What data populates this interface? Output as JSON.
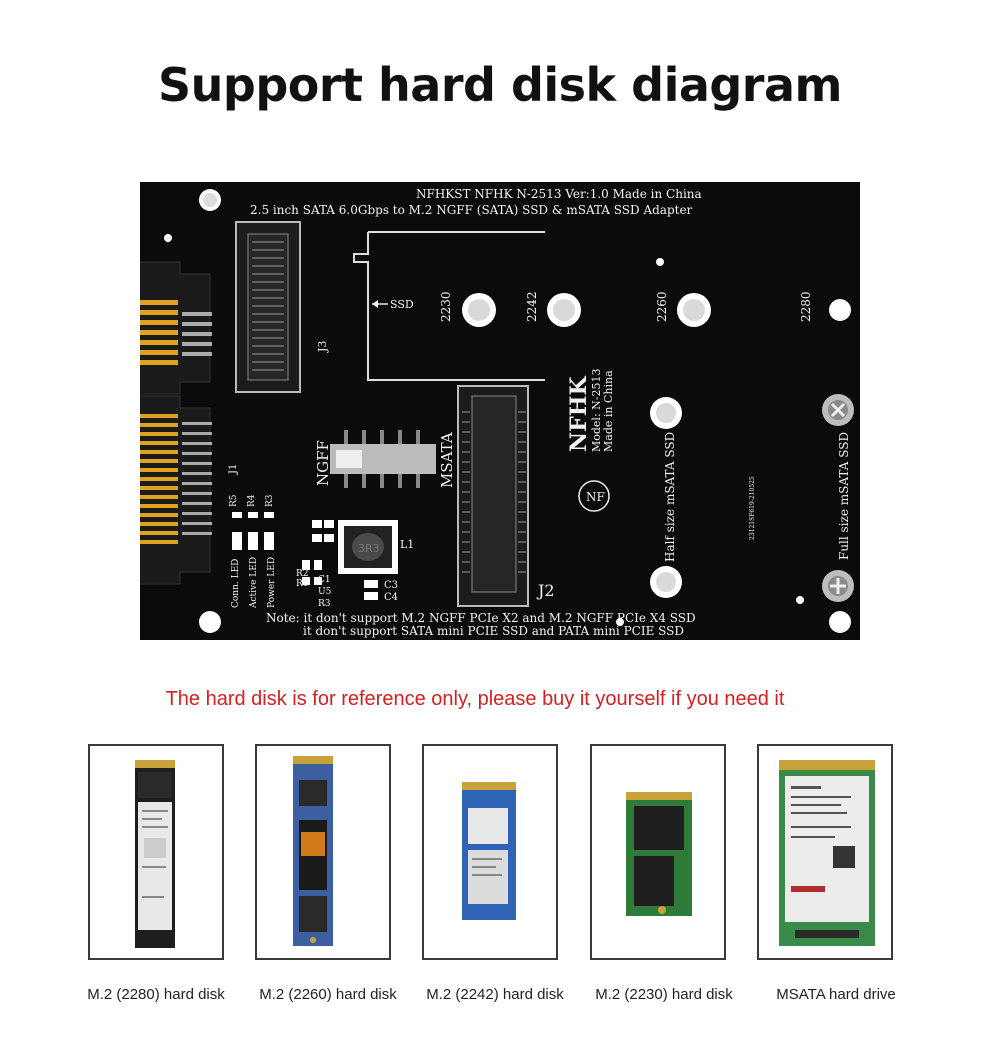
{
  "header": {
    "title": "Support hard disk diagram"
  },
  "board": {
    "line1": "NFHKST NFHK N-2513 Ver:1.0 Made in China",
    "line2": "2.5 inch SATA 6.0Gbps to M.2 NGFF (SATA) SSD & mSATA SSD Adapter",
    "ssd_label": "SSD",
    "sizes": [
      "2230",
      "2242",
      "2260",
      "2280"
    ],
    "j3": "J3",
    "j1": "J1",
    "j2": "J2",
    "l1": "L1",
    "switch_left": "NGFF",
    "switch_right": "MSATA",
    "logo": "NFHK",
    "model": "Model: N-2513",
    "made": "Made in China",
    "nf": "NF",
    "serial": "23121SF619-210525",
    "half": "Half size mSATA SSD",
    "full": "Full size mSATA SSD",
    "led_labels": [
      "Conn. LED",
      "Active LED",
      "Power LED"
    ],
    "resistors": [
      "R5",
      "R4",
      "R3"
    ],
    "passives": [
      "R2",
      "R1",
      "C1",
      "U5",
      "R3"
    ],
    "caps": [
      "C3",
      "C4"
    ],
    "inductor": "3R3",
    "note1": "Note: it don't support M.2 NGFF PCIe X2 and M.2 NGFF PCIe X4 SSD",
    "note2": "it don't support SATA mini PCIE SSD and PATA mini PCIE SSD"
  },
  "notice": "The hard disk is for reference only, please buy it yourself if you need it",
  "disks": [
    {
      "label": "M.2 (2280) hard disk"
    },
    {
      "label": "M.2 (2260) hard disk"
    },
    {
      "label": "M.2 (2242) hard disk"
    },
    {
      "label": "M.2 (2230) hard disk"
    },
    {
      "label": "MSATA hard drive"
    }
  ]
}
